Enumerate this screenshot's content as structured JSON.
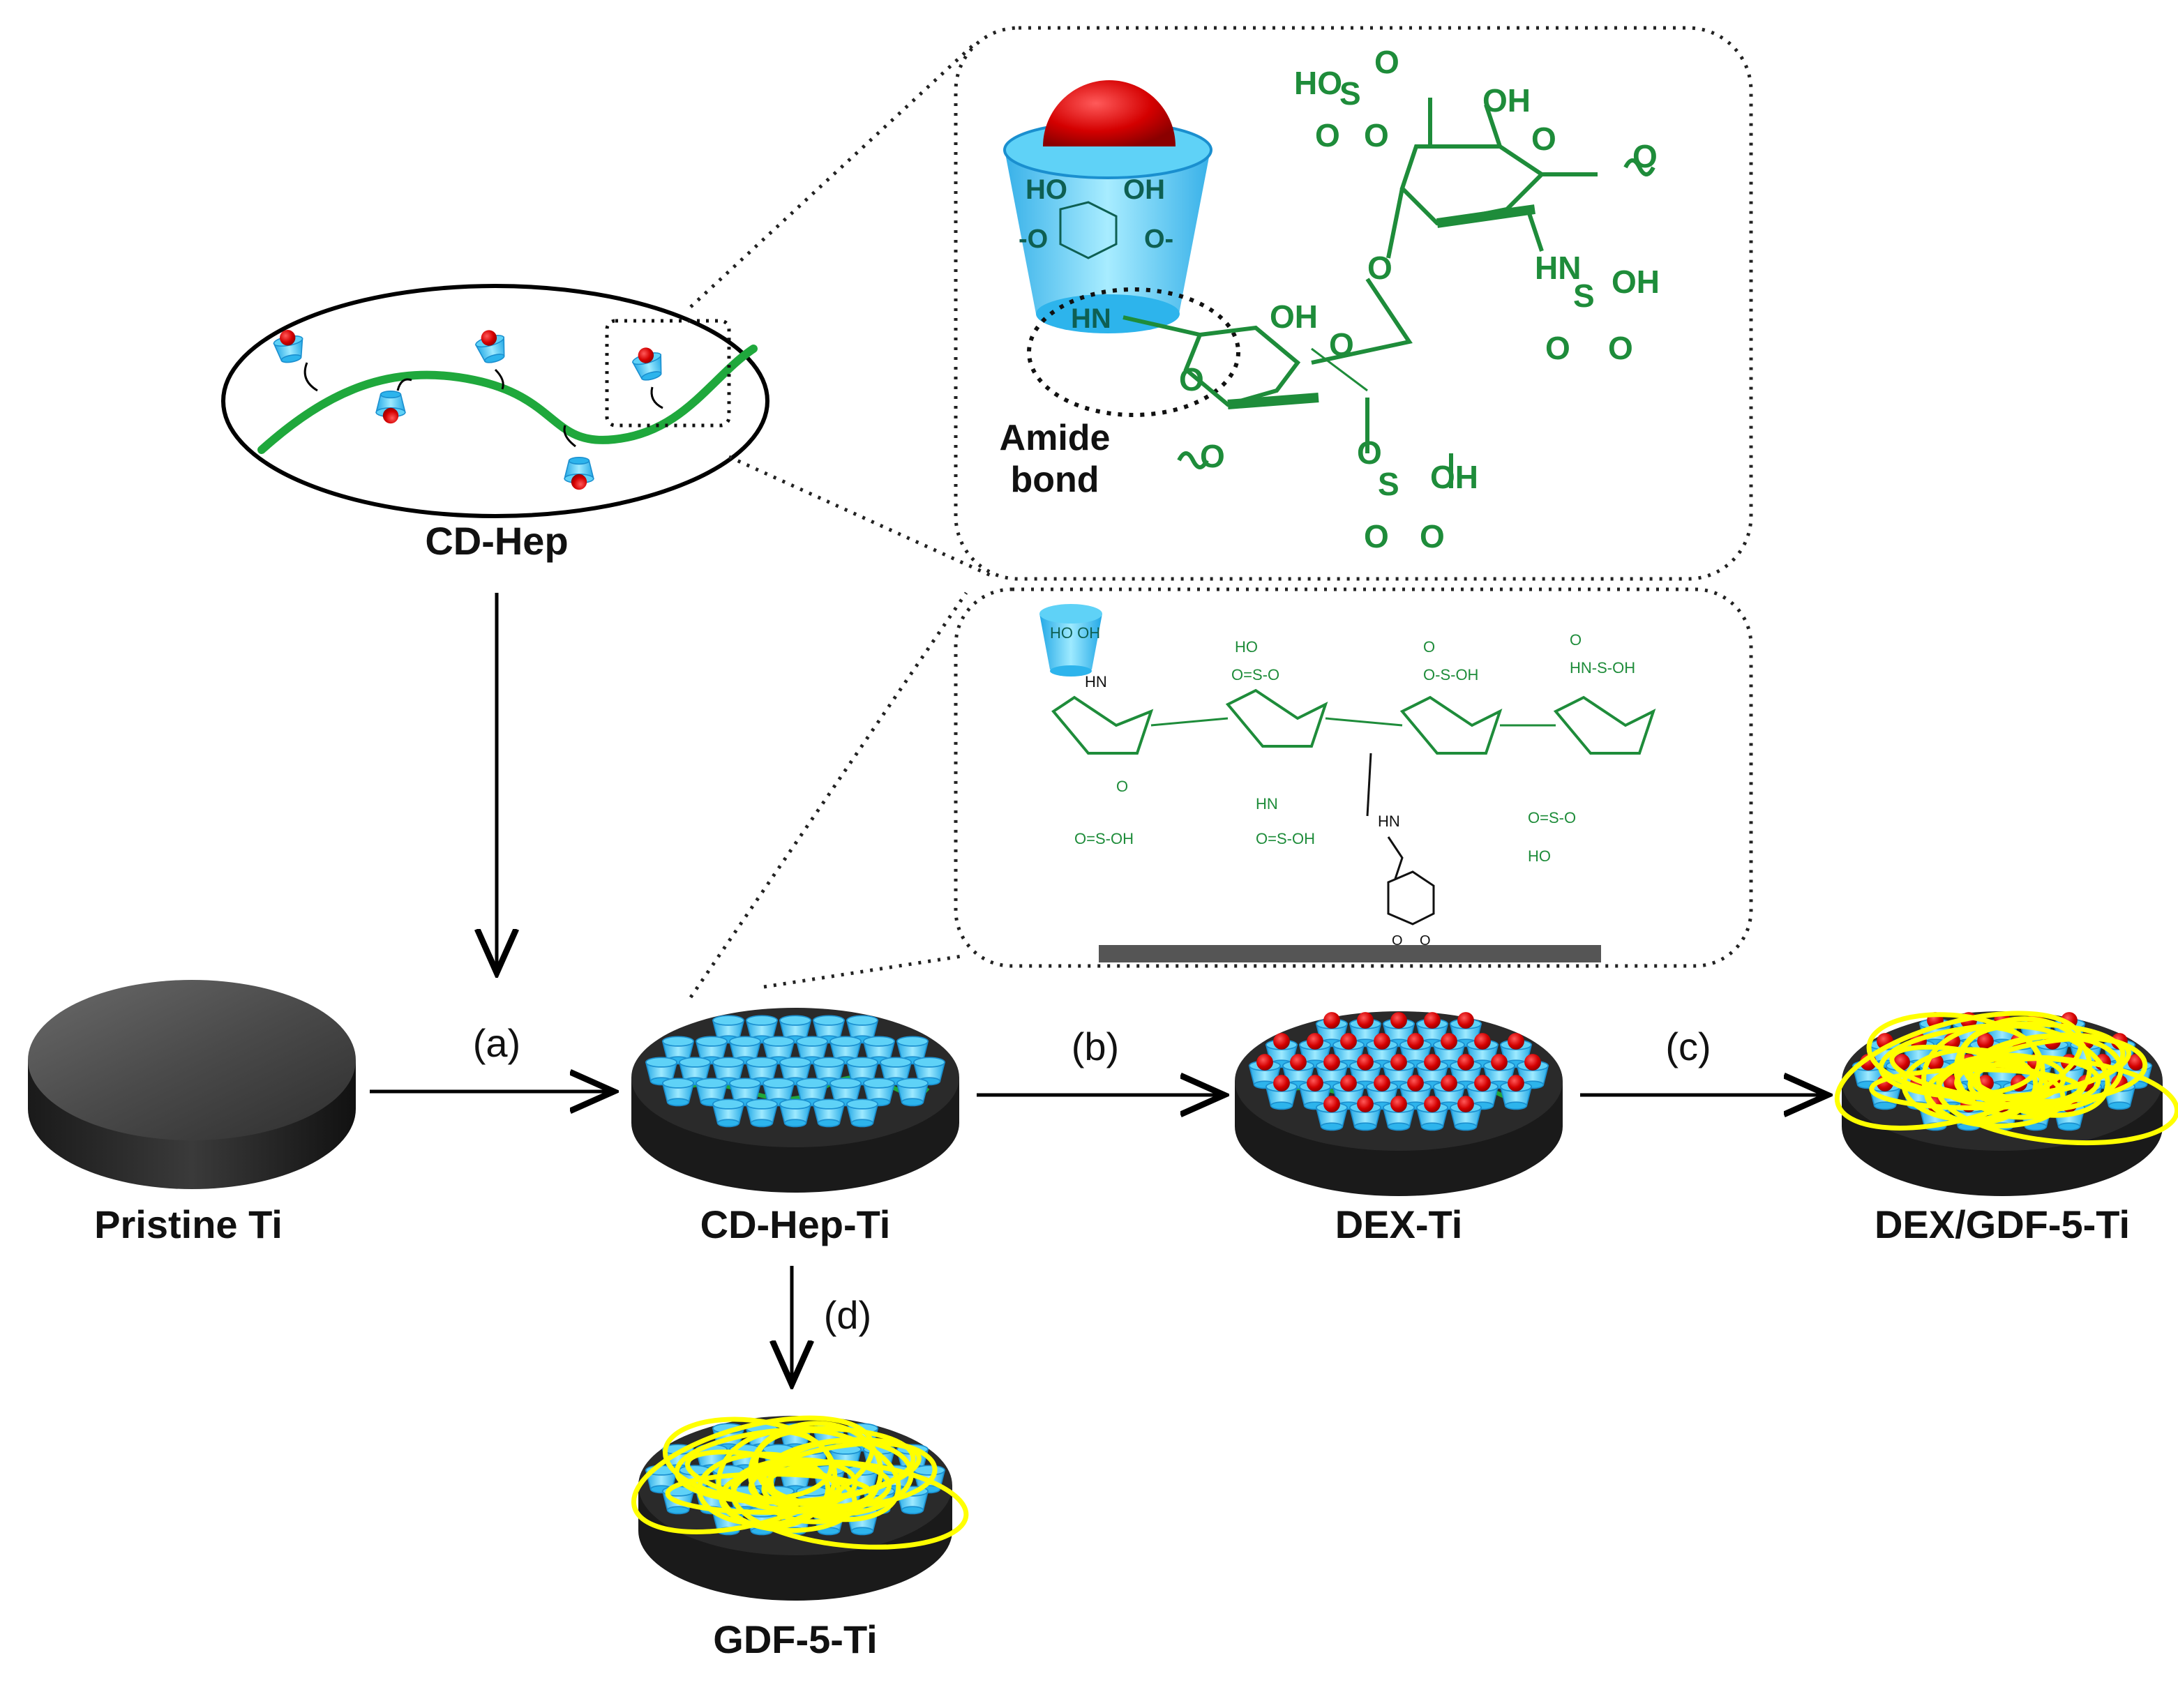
{
  "labels": {
    "cd_hep": "CD-Hep",
    "pristine_ti": "Pristine Ti",
    "cd_hep_ti": "CD-Hep-Ti",
    "dex_ti": "DEX-Ti",
    "dex_gdf5_ti": "DEX/GDF-5-Ti",
    "gdf5_ti": "GDF-5-Ti",
    "amide_bond_line1": "Amide",
    "amide_bond_line2": "bond"
  },
  "steps": {
    "a": "(a)",
    "b": "(b)",
    "c": "(c)",
    "d": "(d)"
  },
  "chem_text": {
    "ho": "HO",
    "oh": "OH",
    "o": "O",
    "s": "S",
    "hn": "HN",
    "o_minus": "O",
    "ho_oh": "HO OH",
    "hn_s_oh": "HN"
  },
  "colors": {
    "heparin_green": "#1e8c3a",
    "cyclodextrin_blue": "#3fc4f0",
    "cyclodextrin_dark": "#1aa0e0",
    "dex_red": "#d40000",
    "gdf5_yellow": "#ffff00",
    "titanium": "#3a3a3a",
    "outline": "#000000"
  },
  "icons": [
    "cyclodextrin-icon",
    "dexamethasone-icon",
    "titanium-disc-icon",
    "gdf5-fiber-icon"
  ]
}
